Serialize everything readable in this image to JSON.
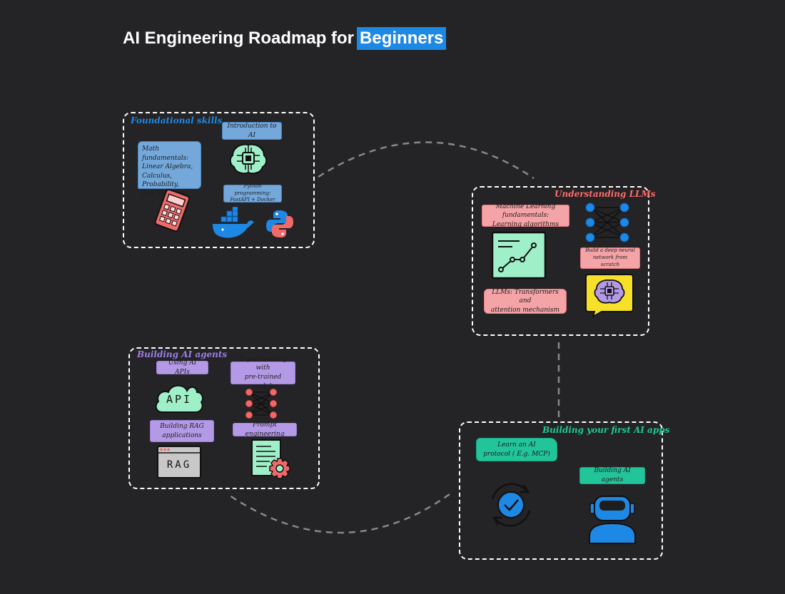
{
  "title": {
    "main": "AI Engineering Roadmap for",
    "highlight": "Beginners"
  },
  "colors": {
    "background": "#242325",
    "accent_blue": "#1e88e5",
    "foundational": "#1e88e5",
    "llms": "#ff6b6b",
    "agents": "#9b7fe6",
    "apps": "#20c997"
  },
  "sections": {
    "foundational": {
      "label": "Foundational skills",
      "notes": {
        "intro": "Introduction to AI",
        "math": "Math fundamentals:\nLinear Algebra,\nCalculus, Probability,\nand Statistics",
        "python": "Python programming:\nFastAPI + Docker"
      },
      "icons": [
        "brain-chip-icon",
        "calculator-icon",
        "docker-icon",
        "python-icon"
      ]
    },
    "llms": {
      "label": "Understanding LLMs",
      "notes": {
        "ml": "Machine Learning fundamentals:\nLearning algorithms",
        "dnn": "Build a deep neural\nnetwork from scratch",
        "transformers": "LLMs: Transformers and\nattention mechanism"
      },
      "icons": [
        "neural-network-icon",
        "line-chart-icon",
        "brain-chip-icon"
      ]
    },
    "agents": {
      "label": "Building AI agents",
      "notes": {
        "apis": "Using AI APIs",
        "pretrained": "Experimenting with\npre-trained models",
        "rag": "Building RAG\napplications",
        "prompt": "Prompt engineering"
      },
      "icon_text": {
        "api": "API",
        "rag": "RAG"
      },
      "icons": [
        "api-cloud-icon",
        "neural-network-icon",
        "rag-window-icon",
        "document-gear-icon"
      ]
    },
    "apps": {
      "label": "Building your first AI apps",
      "notes": {
        "protocol": "Learn an AI\nprotocol ( E.g. MCP)",
        "agents": "Building AI agents"
      },
      "icons": [
        "sync-check-icon",
        "robot-icon"
      ]
    }
  }
}
